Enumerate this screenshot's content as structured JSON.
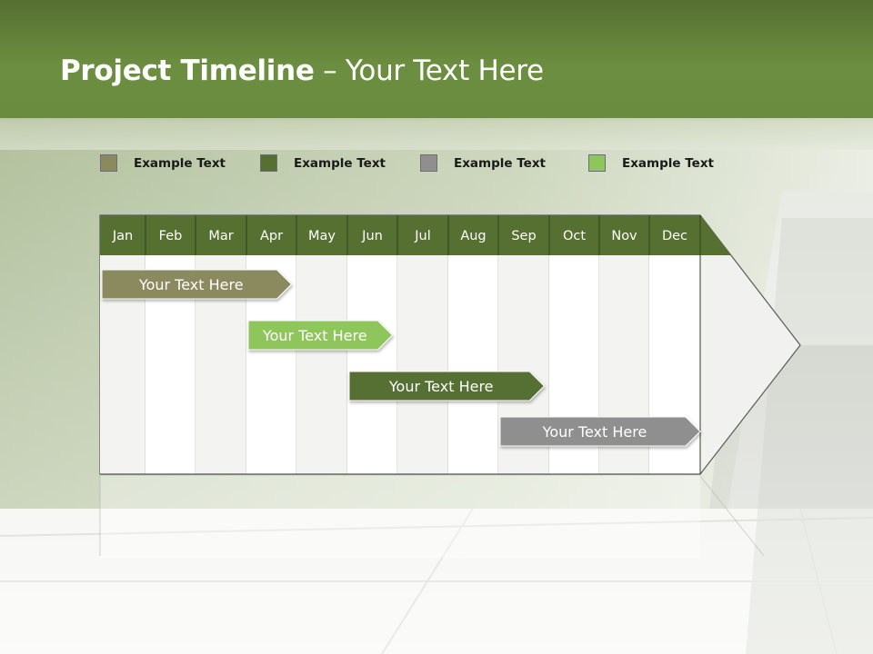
{
  "slide": {
    "title_bold": "Project Timeline",
    "title_rest": " – Your Text Here"
  },
  "legend": [
    {
      "label": "Example Text",
      "color": "#8b8a5e"
    },
    {
      "label": "Example Text",
      "color": "#557030"
    },
    {
      "label": "Example Text",
      "color": "#8f8f8f"
    },
    {
      "label": "Example Text",
      "color": "#8fc65c"
    }
  ],
  "timeline": {
    "months": [
      "Jan",
      "Feb",
      "Mar",
      "Apr",
      "May",
      "Jun",
      "Jul",
      "Aug",
      "Sep",
      "Oct",
      "Nov",
      "Dec"
    ],
    "header_color": "#557030",
    "tasks": [
      {
        "label": "Your  Text Here",
        "start": 0.0,
        "end": 3.9,
        "color": "#8b8a5e"
      },
      {
        "label": "Your  Text Here",
        "start": 3.0,
        "end": 5.9,
        "color": "#8fc65c"
      },
      {
        "label": "Your  Text Here",
        "start": 5.0,
        "end": 8.9,
        "color": "#557030"
      },
      {
        "label": "Your  Text Here",
        "start": 8.0,
        "end": 12.0,
        "color": "#8f8f8f"
      }
    ]
  }
}
